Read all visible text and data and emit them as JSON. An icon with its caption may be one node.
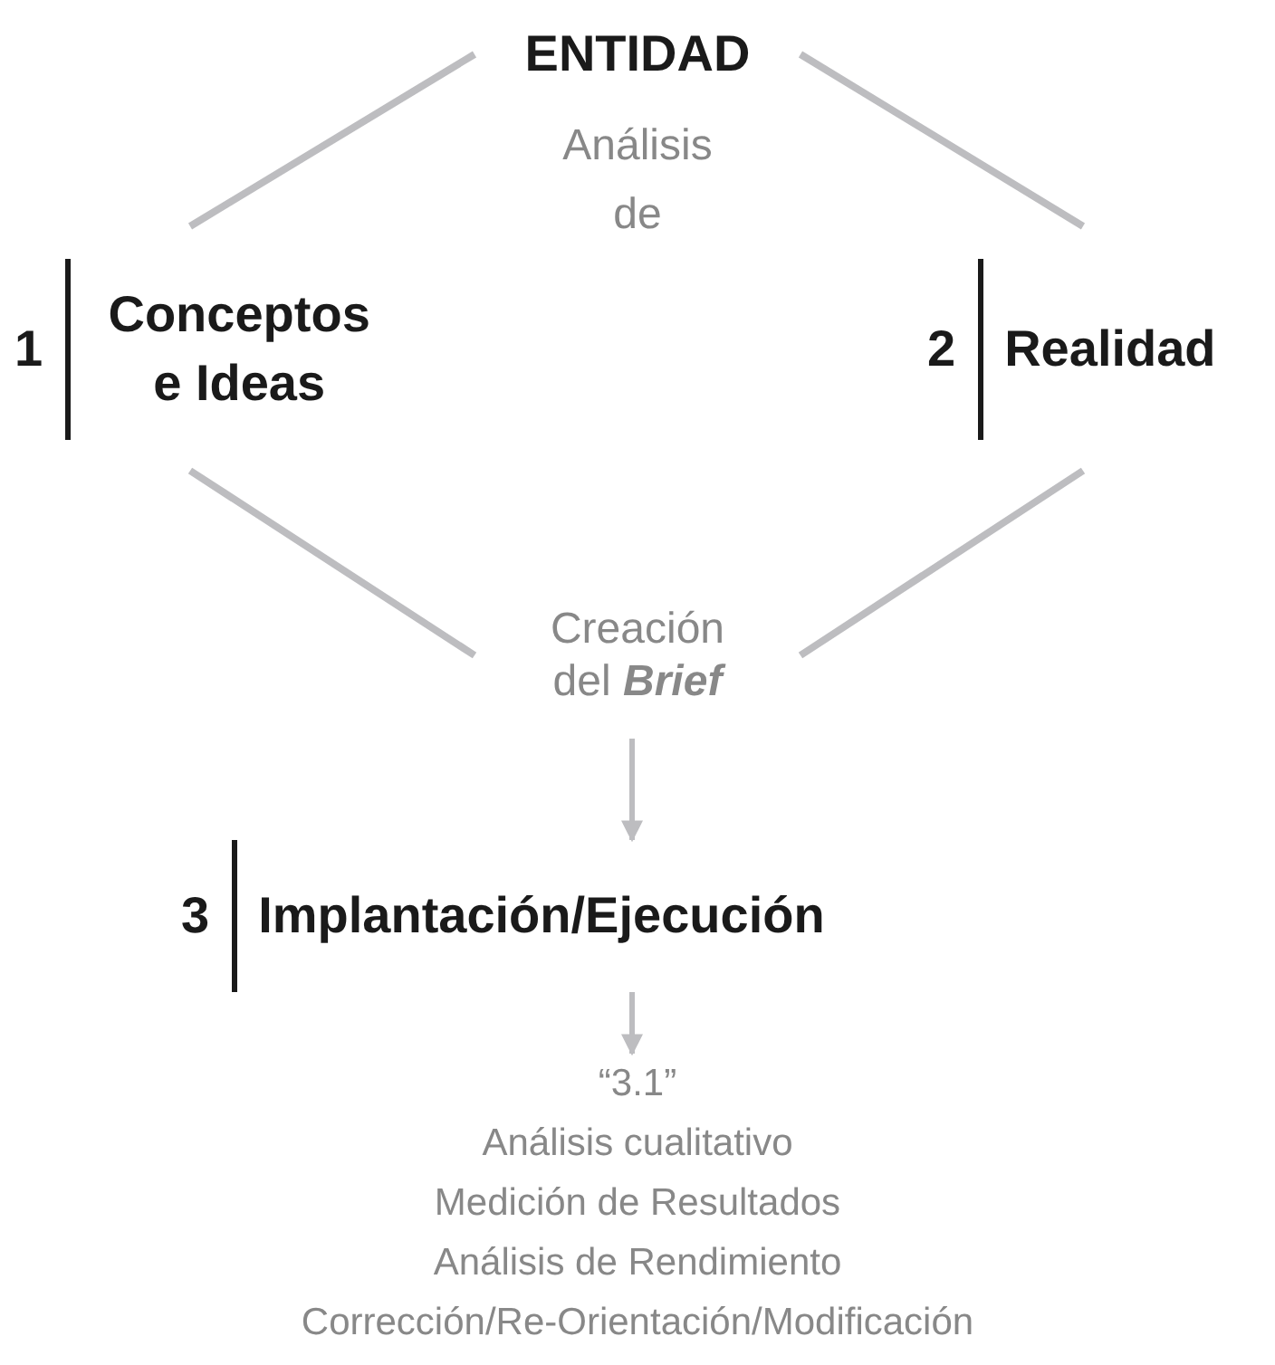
{
  "diagram": {
    "nodes": [
      {
        "text": [
          "ENTIDAD"
        ]
      },
      {
        "text": [
          "1",
          "Conceptos e Ideas"
        ]
      },
      {
        "text": [
          "2",
          "Realidad"
        ]
      },
      {
        "text": [
          "Creación del **Brief**"
        ]
      },
      {
        "text": [
          "3",
          "Implantación/Ejecución"
        ]
      },
      {
        "text": [
          "“3.1”",
          "Análisis cualitativo",
          "Medición de Resultados",
          "Análisis de Rendimiento",
          "Corrección/Re-Orientación/Modificación"
        ]
      }
    ],
    "edges": [
      {
        "from": 0,
        "to": 1,
        "arrow": "none"
      },
      {
        "from": 0,
        "to": 2,
        "arrow": "none"
      },
      {
        "from": 1,
        "to": 3,
        "arrow": "none"
      },
      {
        "from": 2,
        "to": 3,
        "arrow": "none"
      },
      {
        "from": 3,
        "to": 4,
        "arrow": "to"
      },
      {
        "from": 4,
        "to": 5,
        "arrow": "to"
      }
    ],
    "labels": [
      "Análisis de"
    ]
  }
}
